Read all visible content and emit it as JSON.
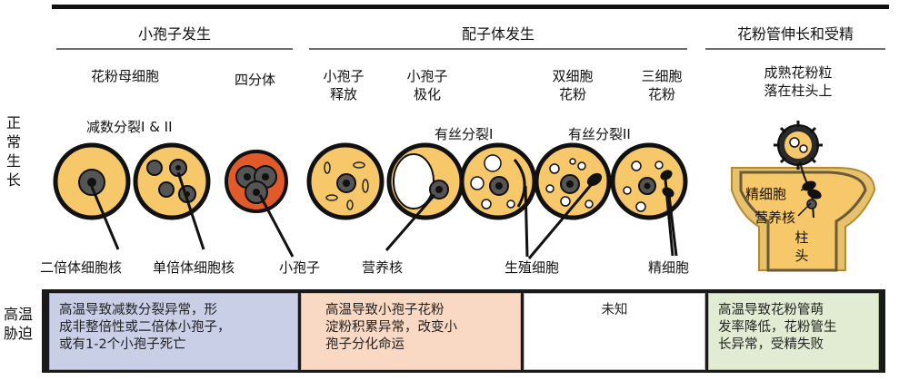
{
  "phases": {
    "microsporogenesis": "小孢子发生",
    "gametogenesis": "配子体发生",
    "pollen_tube": "花粉管伸长和受精"
  },
  "conditions": {
    "normal": "正常\n生长",
    "heat": "高温\n胁迫"
  },
  "stages": {
    "pmc": "花粉母细胞",
    "tetrad": "四分体",
    "release": "小孢子\n释放",
    "polar": "小孢子\n极化",
    "bicell": "双细胞\n花粉",
    "tricell": "三细胞\n花粉",
    "mature": "成熟花粉粒\n落在柱头上"
  },
  "processes": {
    "meiosis": "减数分裂I & II",
    "mitosis1": "有丝分裂I",
    "mitosis2": "有丝分裂II"
  },
  "labels": {
    "diploid": "二倍体细胞核",
    "haploid": "单倍体细胞核",
    "microspore": "小孢子",
    "vegetative": "营养核",
    "generative": "生殖细胞",
    "sperm": "精细胞",
    "sperm_in_tube": "精细胞",
    "veg_in_tube": "营养核",
    "stigma": "柱\n头"
  },
  "heat_effects": {
    "meiosis": "高温导致减数分裂异常，形\n成非整倍性或二倍体小孢子，\n或有1-2个小孢子死亡",
    "starch": "高温导致小孢子花粉\n淀粉积累异常，改变小\n孢子分化命运",
    "unknown": "未知",
    "tube": "高温导致花粉管萌\n发率降低，花粉管生\n长异常，受精失败"
  },
  "colors": {
    "cell_fill": "#f6c86a",
    "tetrad_fill": "#e05a2a",
    "box_blue": "#c8cfe6",
    "box_orange": "#f9d8c4",
    "box_white": "#ffffff",
    "box_green": "#e2ecd3"
  }
}
